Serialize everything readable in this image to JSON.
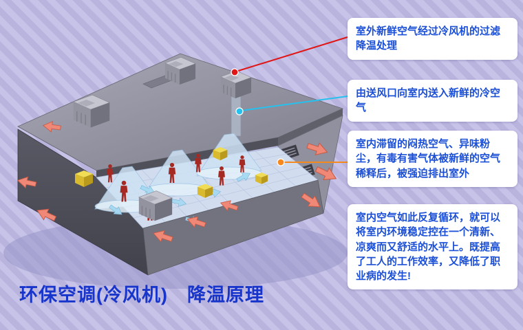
{
  "title": "环保空调(冷风机)　降温原理",
  "callouts": [
    {
      "text": "室外新鲜空气经过冷风机的过滤降温处理",
      "accent": "red"
    },
    {
      "text": "由送风口向室内送入新鲜的冷空气",
      "accent": "cyan"
    },
    {
      "text": "室内滞留的闷热空气、异味粉尘，有毒有害气体被新鲜的空气稀释后，被强迫排出室外",
      "accent": "orange"
    },
    {
      "text": "室内空气如此反复循环，就可以将室内环境稳定控在一个清新、凉爽而又舒适的水平上。既提高了工人的工作效率，又降低了职业病的发生!",
      "accent": "none"
    }
  ],
  "illustration": {
    "description": "isometric-factory-cooling-airflow-diagram",
    "markers": [
      {
        "name": "red-marker",
        "meaning": "rooftop evaporative cooler unit"
      },
      {
        "name": "cyan-marker",
        "meaning": "supply air duct outlet"
      },
      {
        "name": "orange-marker",
        "meaning": "exhaust vent on side wall"
      }
    ]
  },
  "colors": {
    "bg_base": "#b8b4de",
    "bg_stripe": "#c6c2e8",
    "accent_red": "#e01616",
    "accent_cyan": "#25c1ef",
    "accent_orange": "#f5891d",
    "callout_text": "#1b4fd6",
    "title_color": "#1734cb"
  }
}
